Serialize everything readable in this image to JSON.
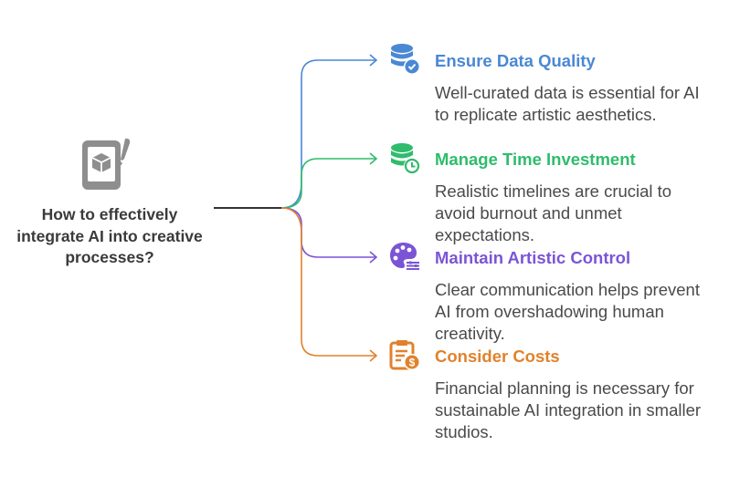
{
  "root": {
    "label": "How to effectively integrate AI into creative processes?",
    "icon": "tablet-palette-icon",
    "color": "#8e8e8e"
  },
  "branches": [
    {
      "title": "Ensure Data Quality",
      "description": "Well-curated data is essential for AI to replicate artistic aesthetics.",
      "color": "#4a88d4",
      "icon": "database-check-icon"
    },
    {
      "title": "Manage Time Investment",
      "description": "Realistic timelines are crucial to avoid burnout and unmet expectations.",
      "color": "#2fbc6c",
      "icon": "database-clock-icon"
    },
    {
      "title": "Maintain Artistic Control",
      "description": "Clear communication helps prevent AI from overshadowing human creativity.",
      "color": "#7b54d6",
      "icon": "palette-sliders-icon"
    },
    {
      "title": "Consider Costs",
      "description": "Financial planning is necessary for sustainable AI integration in smaller studios.",
      "color": "#e0822c",
      "icon": "clipboard-dollar-icon"
    }
  ]
}
